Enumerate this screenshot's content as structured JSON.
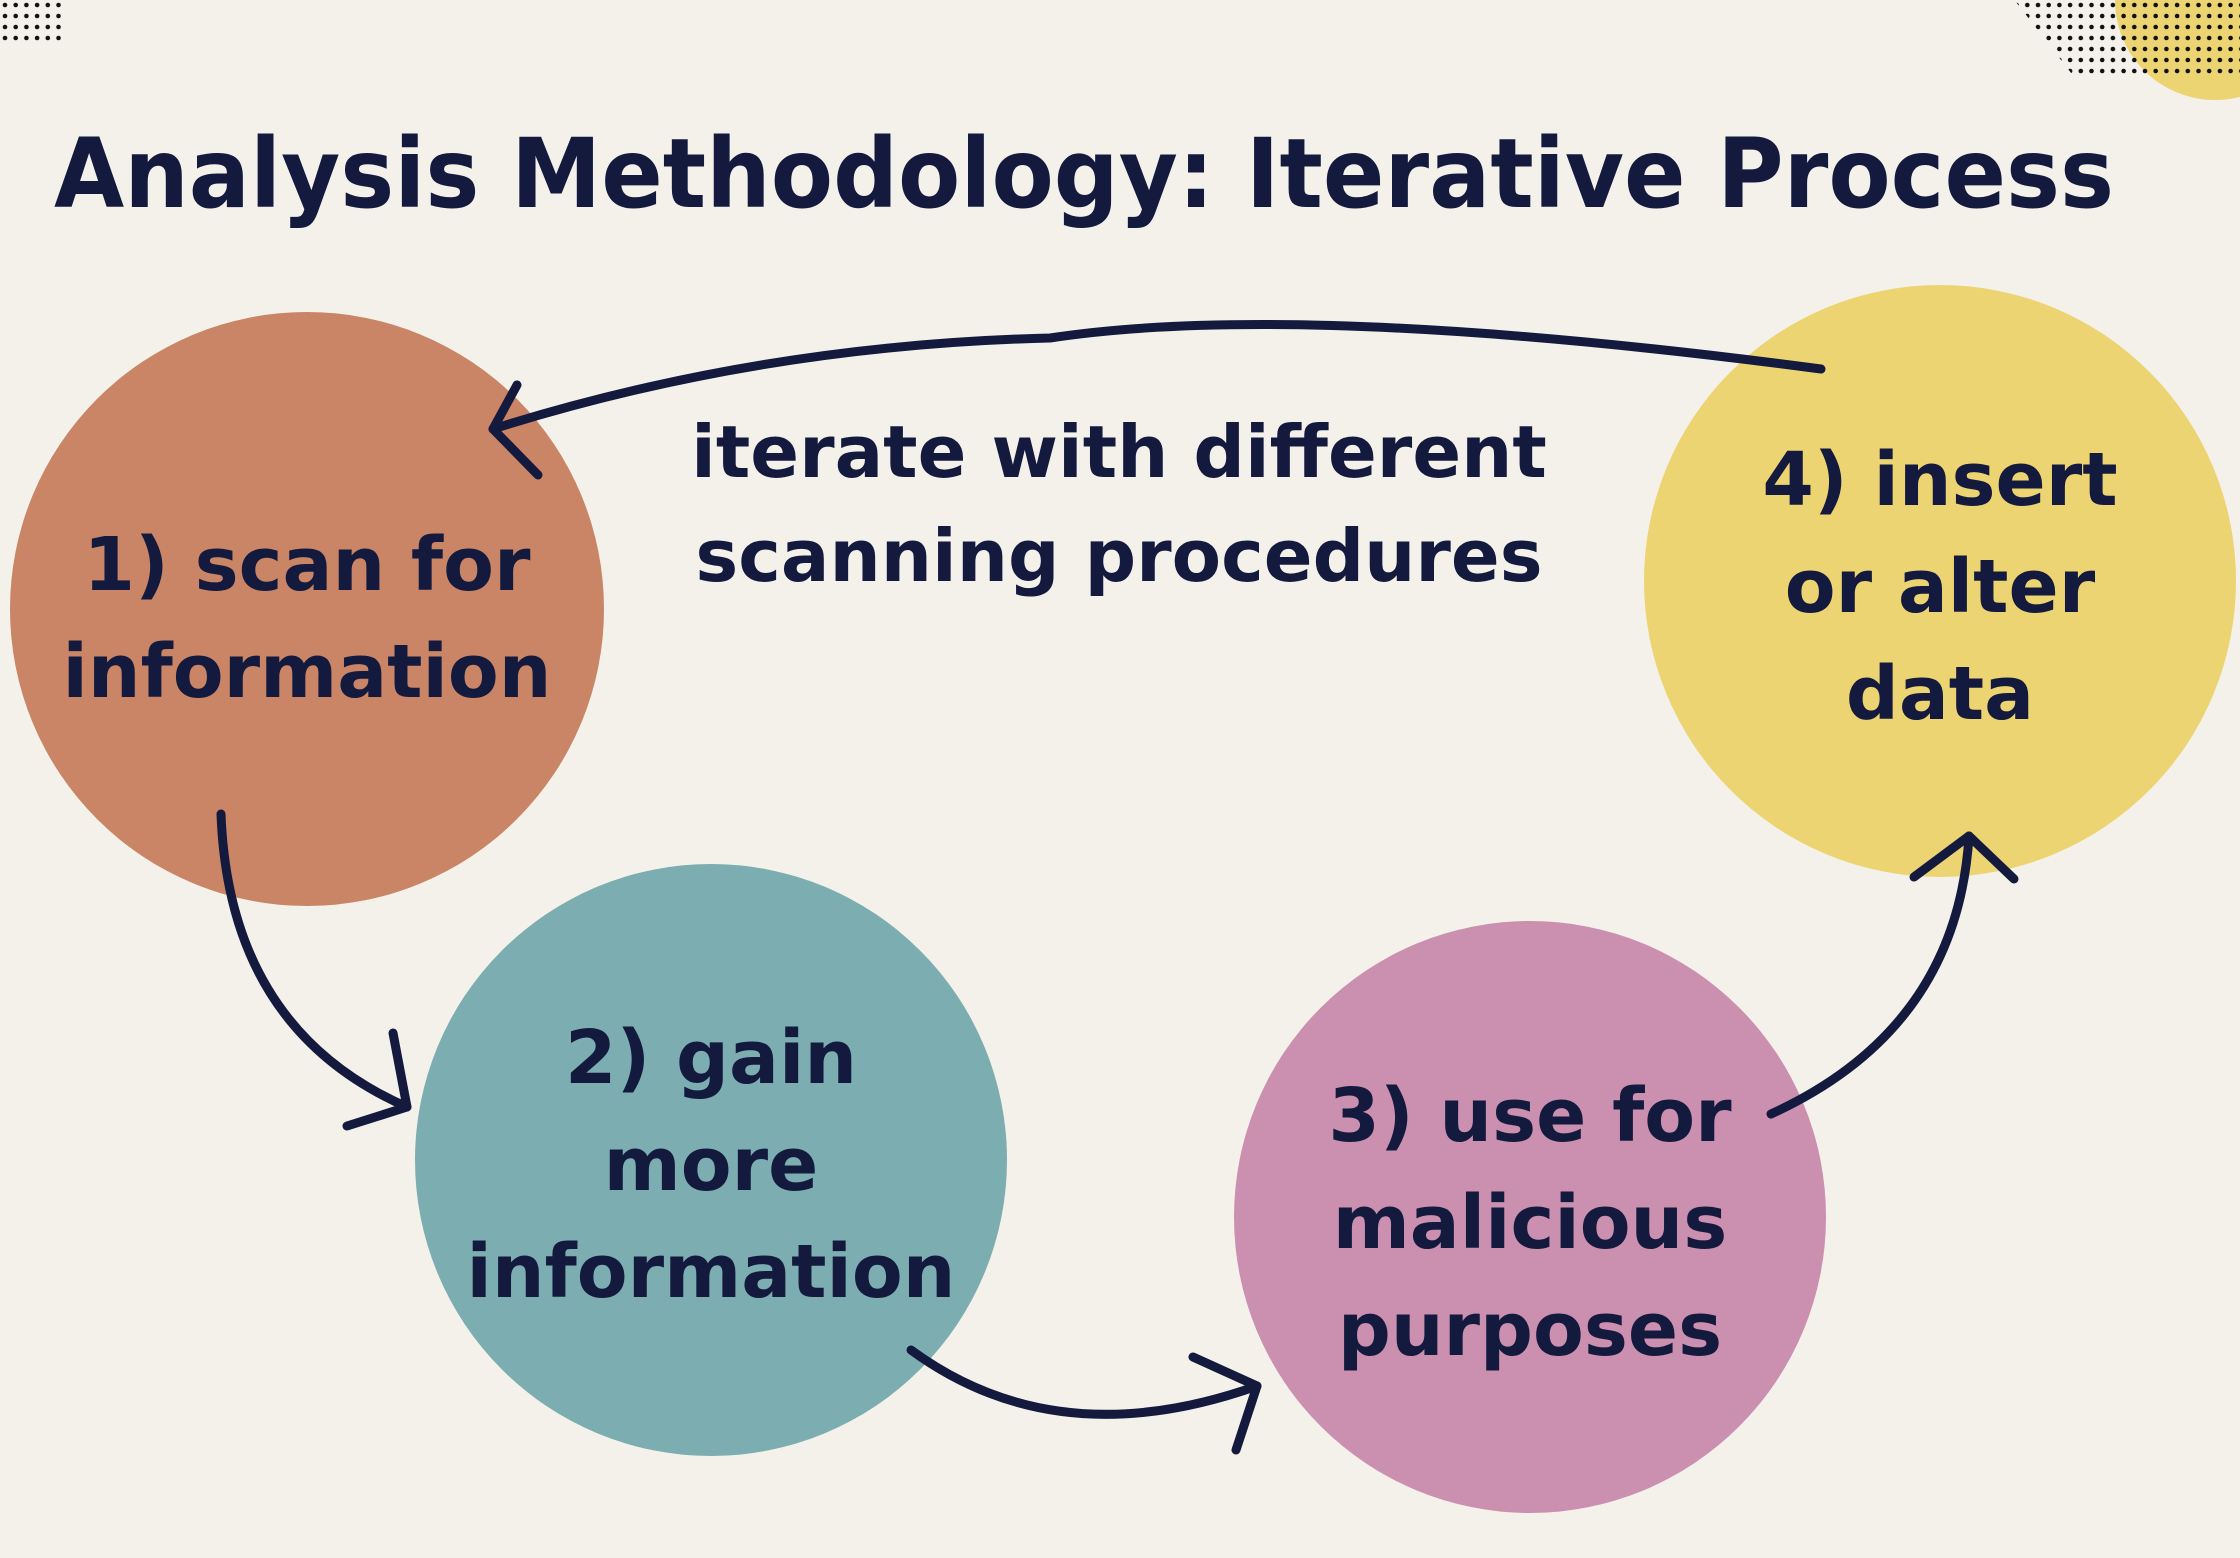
{
  "title": "Analysis Methodology: Iterative Process",
  "iterate_note": {
    "line1": "iterate with different",
    "line2": "scanning procedures"
  },
  "steps": [
    {
      "lines": [
        "1) scan for",
        "information"
      ],
      "color": "#c98565"
    },
    {
      "lines": [
        "2) gain",
        "more",
        "information"
      ],
      "color": "#7cadb0"
    },
    {
      "lines": [
        "3) use for",
        "malicious",
        "purposes"
      ],
      "color": "#cb8fb0"
    },
    {
      "lines": [
        "4) insert",
        "or alter",
        "data"
      ],
      "color": "#edd473"
    }
  ],
  "colors": {
    "background": "#f4f1ea",
    "ink": "#131a3e"
  }
}
